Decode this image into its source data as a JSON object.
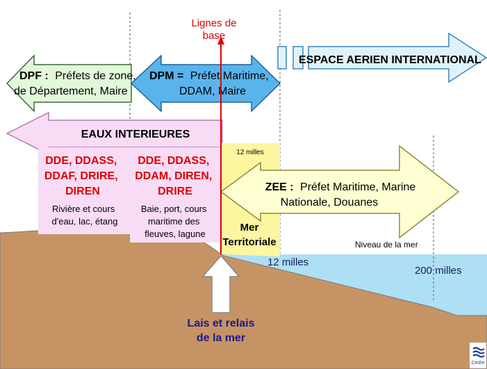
{
  "baseline": {
    "label_line1": "Lignes de",
    "label_line2": "base"
  },
  "airspace": {
    "label": "ESPACE AERIEN INTERNATIONAL"
  },
  "dpf": {
    "heading": "DPF :",
    "line1_rest": "Préfets de zone,",
    "line2": "de Département, Maire"
  },
  "dpm": {
    "heading": "DPM =",
    "line1_rest": "Préfet Maritime,",
    "line2": "DDAM, Maire"
  },
  "eaux_interieures": {
    "label": "EAUX INTERIEURES"
  },
  "inland_left": {
    "authorities": [
      "DDE, DDASS,",
      "DDAF, DRIRE,",
      "DIREN"
    ],
    "description": [
      "Rivière et cours",
      "d'eau, lac, étang"
    ]
  },
  "inland_right": {
    "authorities": [
      "DDE, DDASS,",
      "DDAM, DIREN,",
      "DRIRE"
    ],
    "description": [
      "Baie, port, cours",
      "maritime des",
      "fleuves, lagune"
    ]
  },
  "territorial_sea": {
    "width_label": "12 milles",
    "label_line1": "Mer",
    "label_line2": "Territoriale"
  },
  "zee": {
    "heading": "ZEE :",
    "line1_rest": "Préfet Maritime, Marine",
    "line2": "Nationale, Douanes"
  },
  "sea_level": {
    "label": "Niveau de la mer"
  },
  "distances": {
    "twelve": "12 milles",
    "two_hundred": "200 milles"
  },
  "foreshore": {
    "line1": "Lais et relais",
    "line2": "de la mer"
  },
  "logo": {
    "text": "Cedre"
  },
  "colors": {
    "red": "#e00000",
    "navy": "#1a1a8a",
    "sea": "#aee0f5",
    "land": "#c69464",
    "dpf_fill": "#e2f8d8",
    "dpm_fill": "#5ab4ec",
    "eaux_fill": "#f8dcf6",
    "zee_fill": "#fefed2",
    "airspace_fill": "#dff2fc",
    "territorial_fill": "#fdf6a0"
  }
}
